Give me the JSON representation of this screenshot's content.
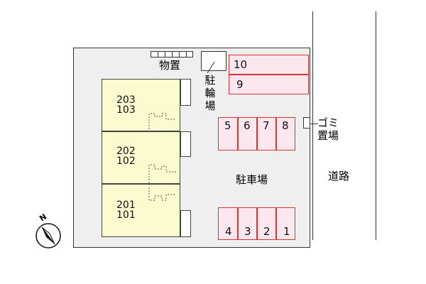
{
  "labels": {
    "storage": "物置",
    "bicycle_parking": [
      "駐",
      "輪",
      "場"
    ],
    "garbage_line1": "ゴミ",
    "garbage_line2": "置場",
    "parking": "駐車場",
    "road": "道路",
    "compass": "N"
  },
  "buildings": [
    {
      "upper": "203",
      "lower": "103"
    },
    {
      "upper": "202",
      "lower": "102"
    },
    {
      "upper": "201",
      "lower": "101"
    }
  ],
  "motorbike_spaces": [
    "10",
    "9"
  ],
  "parking_top": [
    "5",
    "6",
    "7",
    "8"
  ],
  "parking_bottom": [
    "4",
    "3",
    "2",
    "1"
  ],
  "colors": {
    "lot": "#efefef",
    "building": "#fbfbd0",
    "parking_fill": "#fde7ef",
    "parking_border": "#dd3333"
  }
}
